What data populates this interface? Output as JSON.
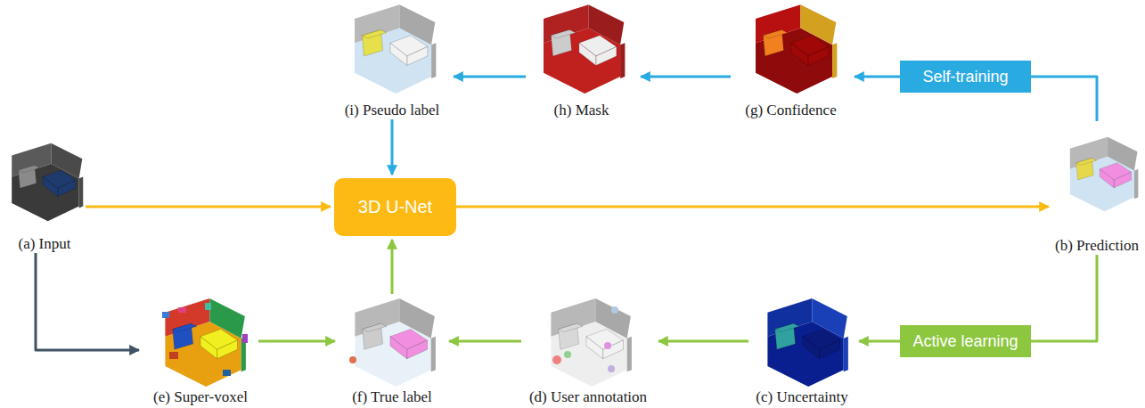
{
  "diagram": {
    "nodes": [
      {
        "text": [
          "(i) Pseudo label"
        ]
      },
      {
        "text": [
          "(h) Mask"
        ]
      },
      {
        "text": [
          "(g) Confidence"
        ]
      },
      {
        "text": [
          "Self-training"
        ]
      },
      {
        "text": [
          "(a) Input"
        ]
      },
      {
        "text": [
          "3D U-Net"
        ]
      },
      {
        "text": [
          "(b) Prediction"
        ]
      },
      {
        "text": [
          "Active learning"
        ]
      },
      {
        "text": [
          "(e) Super-voxel"
        ]
      },
      {
        "text": [
          "(f) True label"
        ]
      },
      {
        "text": [
          "(d) User annotation"
        ]
      },
      {
        "text": [
          "(c) Uncertainty"
        ]
      }
    ],
    "edges": [
      {
        "from": 4,
        "to": 5,
        "arrow": "to"
      },
      {
        "from": 5,
        "to": 6,
        "arrow": "to"
      },
      {
        "from": 6,
        "to": 3,
        "arrow": "none"
      },
      {
        "from": 3,
        "to": 2,
        "arrow": "to"
      },
      {
        "from": 2,
        "to": 1,
        "arrow": "to"
      },
      {
        "from": 1,
        "to": 0,
        "arrow": "to"
      },
      {
        "from": 0,
        "to": 5,
        "arrow": "to"
      },
      {
        "from": 6,
        "to": 7,
        "arrow": "none"
      },
      {
        "from": 7,
        "to": 11,
        "arrow": "to"
      },
      {
        "from": 11,
        "to": 10,
        "arrow": "to"
      },
      {
        "from": 10,
        "to": 9,
        "arrow": "to"
      },
      {
        "from": 9,
        "to": 5,
        "arrow": "to"
      },
      {
        "from": 4,
        "to": 8,
        "arrow": "to"
      },
      {
        "from": 8,
        "to": 9,
        "arrow": "to"
      }
    ]
  }
}
